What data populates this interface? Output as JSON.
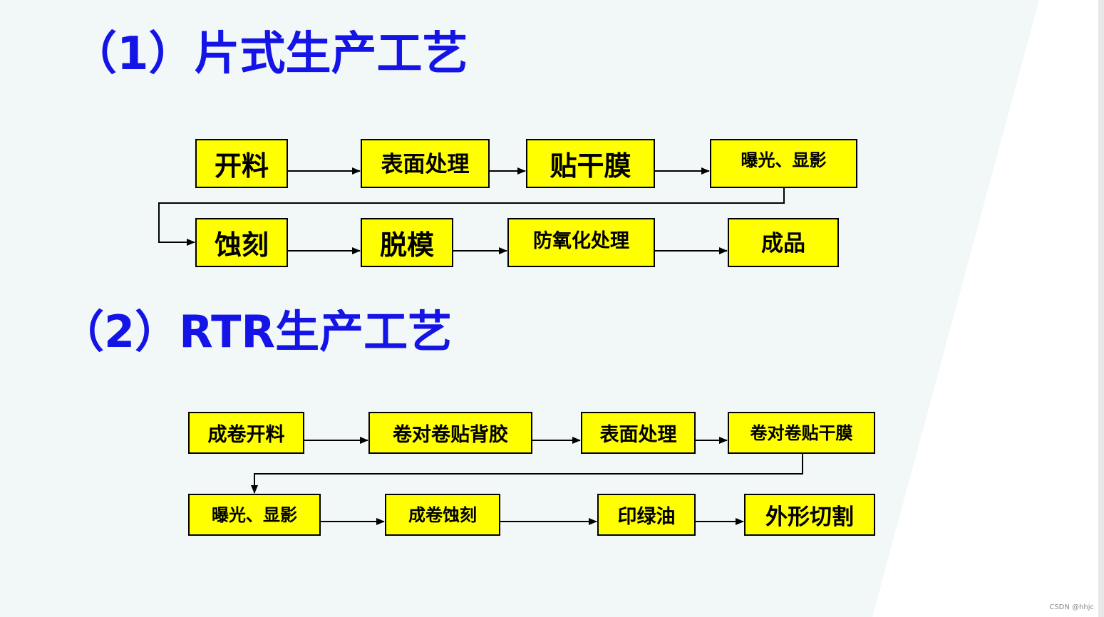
{
  "section1": {
    "title": "（1）片式生产工艺",
    "row1": [
      "开料",
      "表面处理",
      "贴干膜",
      "曝光、显影"
    ],
    "row2": [
      "蚀刻",
      "脱模",
      "防氧化处理",
      "成品"
    ]
  },
  "section2": {
    "title": "（2）RTR生产工艺",
    "row1": [
      "成卷开料",
      "卷对卷贴背胶",
      "表面处理",
      "卷对卷贴干膜"
    ],
    "row2": [
      "曝光、显影",
      "成卷蚀刻",
      "印绿油",
      "外形切割"
    ]
  },
  "watermark": "CSDN @hhjc",
  "colors": {
    "title": "#1414e6",
    "box_fill": "#ffff00",
    "box_border": "#000000",
    "background_panel": "#f2f8f8"
  }
}
